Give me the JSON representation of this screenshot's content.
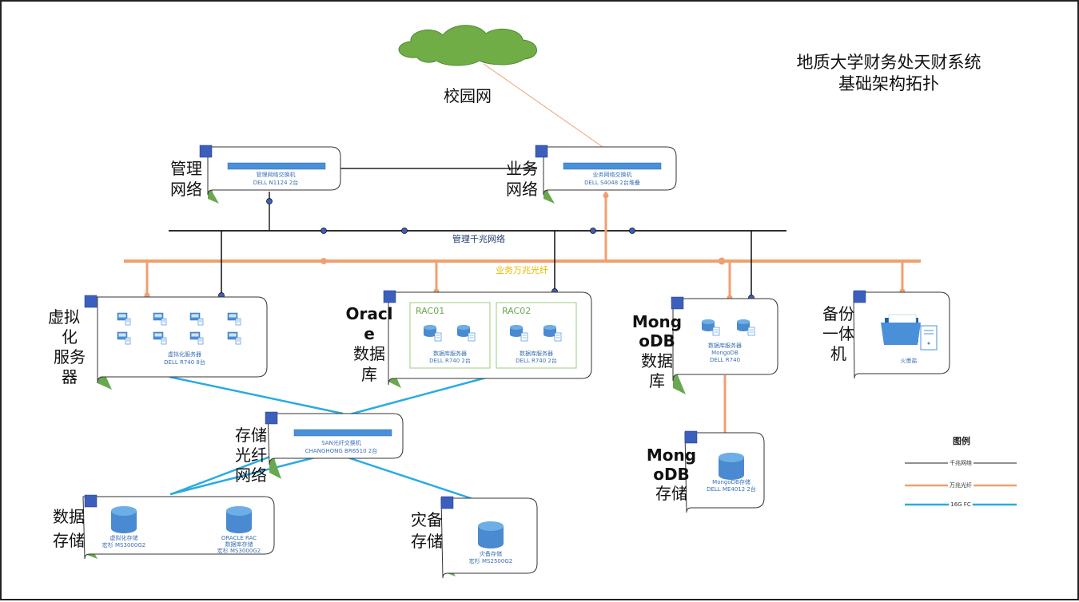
{
  "title": {
    "line1": "地质大学财务处天财系统",
    "line2": "基础架构拓扑"
  },
  "cloud_label": "校园网",
  "mgmt_switch": {
    "side_l1": "管理",
    "side_l2": "网络",
    "name": "管理网络交换机",
    "model": "DELL N1124 2台"
  },
  "biz_switch": {
    "side_l1": "业务",
    "side_l2": "网络",
    "name": "业务网络交换机",
    "model": "DELL S4048 2台堆叠"
  },
  "mgmt_bus_label": "管理千兆网络",
  "biz_bus_label": "业务万兆光纤",
  "virt": {
    "side": [
      "虚拟",
      "化",
      "服务",
      "器"
    ],
    "name": "虚拟化服务器",
    "model": "DELL R740 8台"
  },
  "oracle": {
    "side": [
      "Oracl",
      "e",
      "数据",
      "库"
    ],
    "rac1": "RAC01",
    "rac2": "RAC02",
    "name": "数据库服务器",
    "model": "DELL R740 2台"
  },
  "mongo_db": {
    "side": [
      "Mong",
      "oDB",
      "数据",
      "库"
    ],
    "name": "数据库服务器",
    "name2": "MongoDB",
    "model": "DELL R740"
  },
  "backup": {
    "side": [
      "备份",
      "一体",
      "机"
    ],
    "name": "火墨盐"
  },
  "san": {
    "side": [
      "存储",
      "光纤",
      "网络"
    ],
    "name": "SAN光纤交换机",
    "model": "CHANGHONG BR6510 2台"
  },
  "data_storage": {
    "side": [
      "数据",
      "存储"
    ],
    "s1_name": "虚拟化存储",
    "s1_model": "宏杉 MS3000G2",
    "s2_name": "ORACLE RAC",
    "s2_name2": "数据库存储",
    "s2_model": "宏杉 MS3000G2"
  },
  "dr_storage": {
    "side": [
      "灾备",
      "存储"
    ],
    "name": "灾备存储",
    "model": "宏杉 MS2500G2"
  },
  "mongo_storage": {
    "side": [
      "Mong",
      "oDB",
      "存储"
    ],
    "name": "MongoDB存储",
    "model": "DELL ME4012 2台"
  },
  "legend": {
    "title": "图例",
    "items": [
      {
        "label": "千兆网络",
        "color": "#222222"
      },
      {
        "label": "万兆光纤",
        "color": "#f0a070"
      },
      {
        "label": "16G FC",
        "color": "#29abe2"
      }
    ]
  },
  "colors": {
    "gigabit": "#222222",
    "tengig": "#f0a070",
    "fc": "#29abe2",
    "rack_green": "#6aa84f",
    "corner_blue": "#3c5fbd",
    "cloud": "#70ad47",
    "device": "#4a90d9"
  }
}
